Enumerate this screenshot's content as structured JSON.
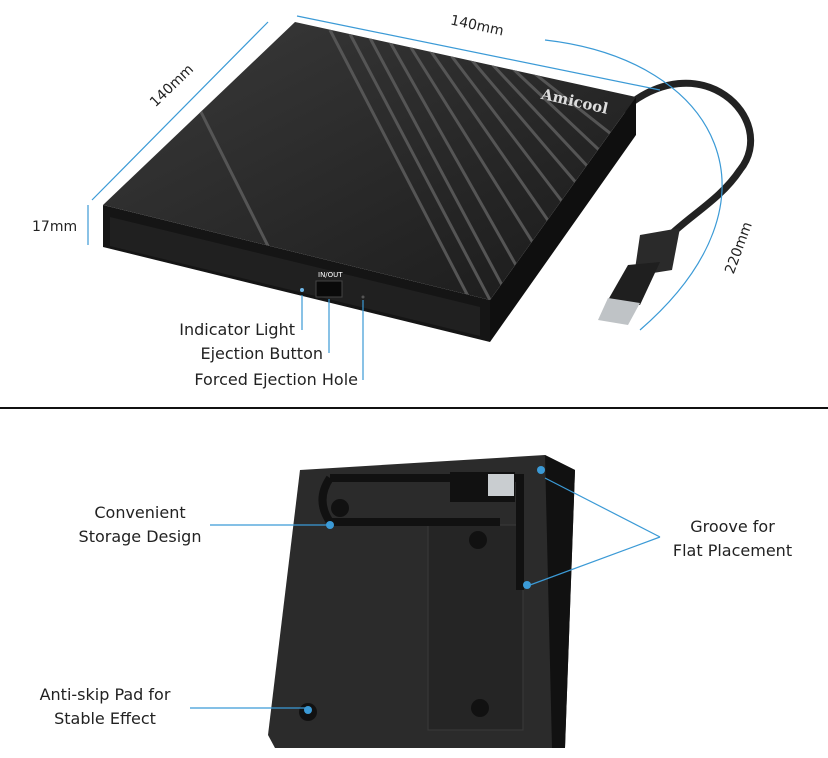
{
  "brand": "Amicool",
  "accent_color": "#3b9ad6",
  "top_view": {
    "dimensions": {
      "width": "140mm",
      "depth": "140mm",
      "height": "17mm",
      "cable": "220mm"
    },
    "button_label": "IN/OUT",
    "callouts": [
      "Indicator Light",
      "Ejection Button",
      "Forced Ejection Hole"
    ]
  },
  "bottom_view": {
    "callouts": {
      "storage": [
        "Convenient",
        "Storage Design"
      ],
      "groove": [
        "Groove for",
        "Flat Placement"
      ],
      "pad": [
        "Anti-skip Pad for",
        "Stable Effect"
      ]
    }
  }
}
